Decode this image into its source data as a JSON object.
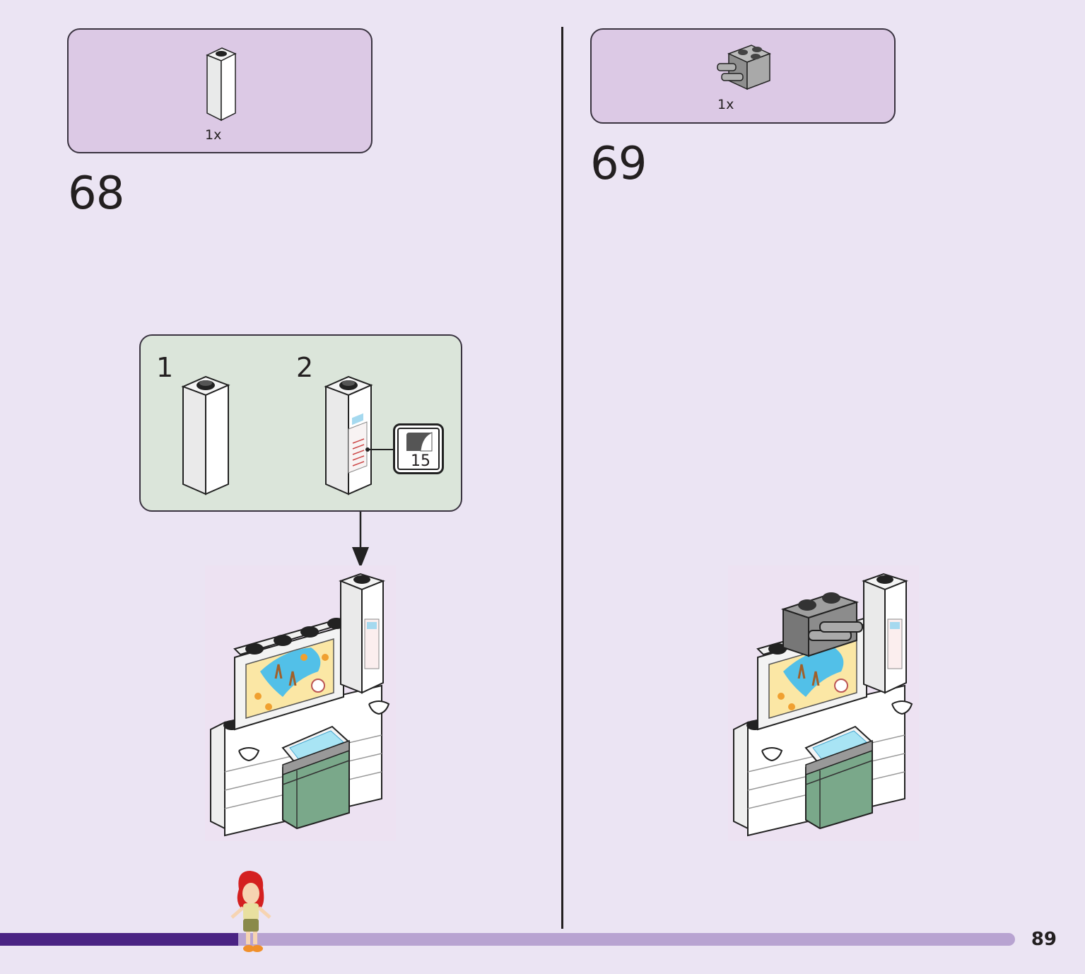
{
  "page": {
    "number": "89"
  },
  "progress": {
    "fraction": 0.235
  },
  "steps": [
    {
      "number": "68",
      "parts": [
        {
          "qty": "1x",
          "part": "white-1x1x3-brick"
        }
      ],
      "sub_assembly": {
        "substeps": [
          {
            "number": "1",
            "part": "white-1x1x3-brick"
          },
          {
            "number": "2",
            "part": "white-1x1x3-brick-with-sticker"
          }
        ],
        "sticker": {
          "number": "15"
        }
      }
    },
    {
      "number": "69",
      "parts": [
        {
          "qty": "1x",
          "part": "dark-gray-1x2-brick-with-bars"
        }
      ]
    }
  ],
  "colors": {
    "page_bg": "#ebe4f3",
    "parts_box": "#dcc9e5",
    "sub_box": "#dbe5da",
    "progress_done": "#4a2383",
    "progress_remaining": "#b8a3d1"
  }
}
